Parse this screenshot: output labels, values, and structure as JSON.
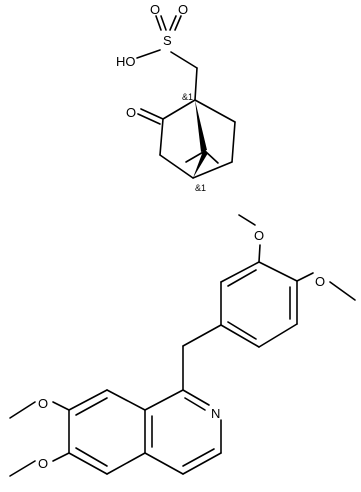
{
  "structure": {
    "camphorsulfonic_acid": {
      "atoms": {
        "sulfur": "S",
        "oxygen_top_left": "O",
        "oxygen_top_right": "O",
        "hydroxyl": "HO",
        "ketone_oxygen": "O"
      },
      "stereo": {
        "upper_bridgehead": "&1",
        "lower_bridgehead": "&1"
      }
    },
    "papaverine": {
      "atoms": {
        "methoxy_top_oxygen": "O",
        "methoxy_right_oxygen": "O",
        "methoxy_left_upper_oxygen": "O",
        "methoxy_left_lower_oxygen": "O",
        "ring_nitrogen": "N"
      }
    }
  },
  "colors": {
    "bond": "#000000",
    "label": "#000000",
    "background": "#ffffff"
  }
}
